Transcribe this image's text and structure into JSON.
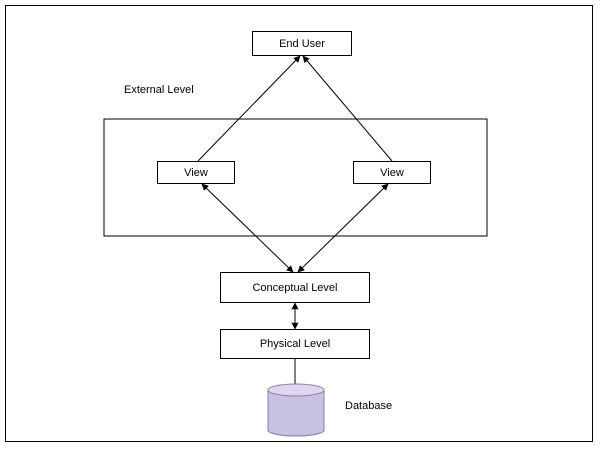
{
  "diagram": {
    "end_user": "End User",
    "external_level": "External Level",
    "view_left": "View",
    "view_right": "View",
    "conceptual_level": "Conceptual Level",
    "physical_level": "Physical Level",
    "database": "Database"
  },
  "colors": {
    "database_fill": "#c9c1e0",
    "database_top": "#ddd6ee",
    "stroke": "#000000"
  }
}
